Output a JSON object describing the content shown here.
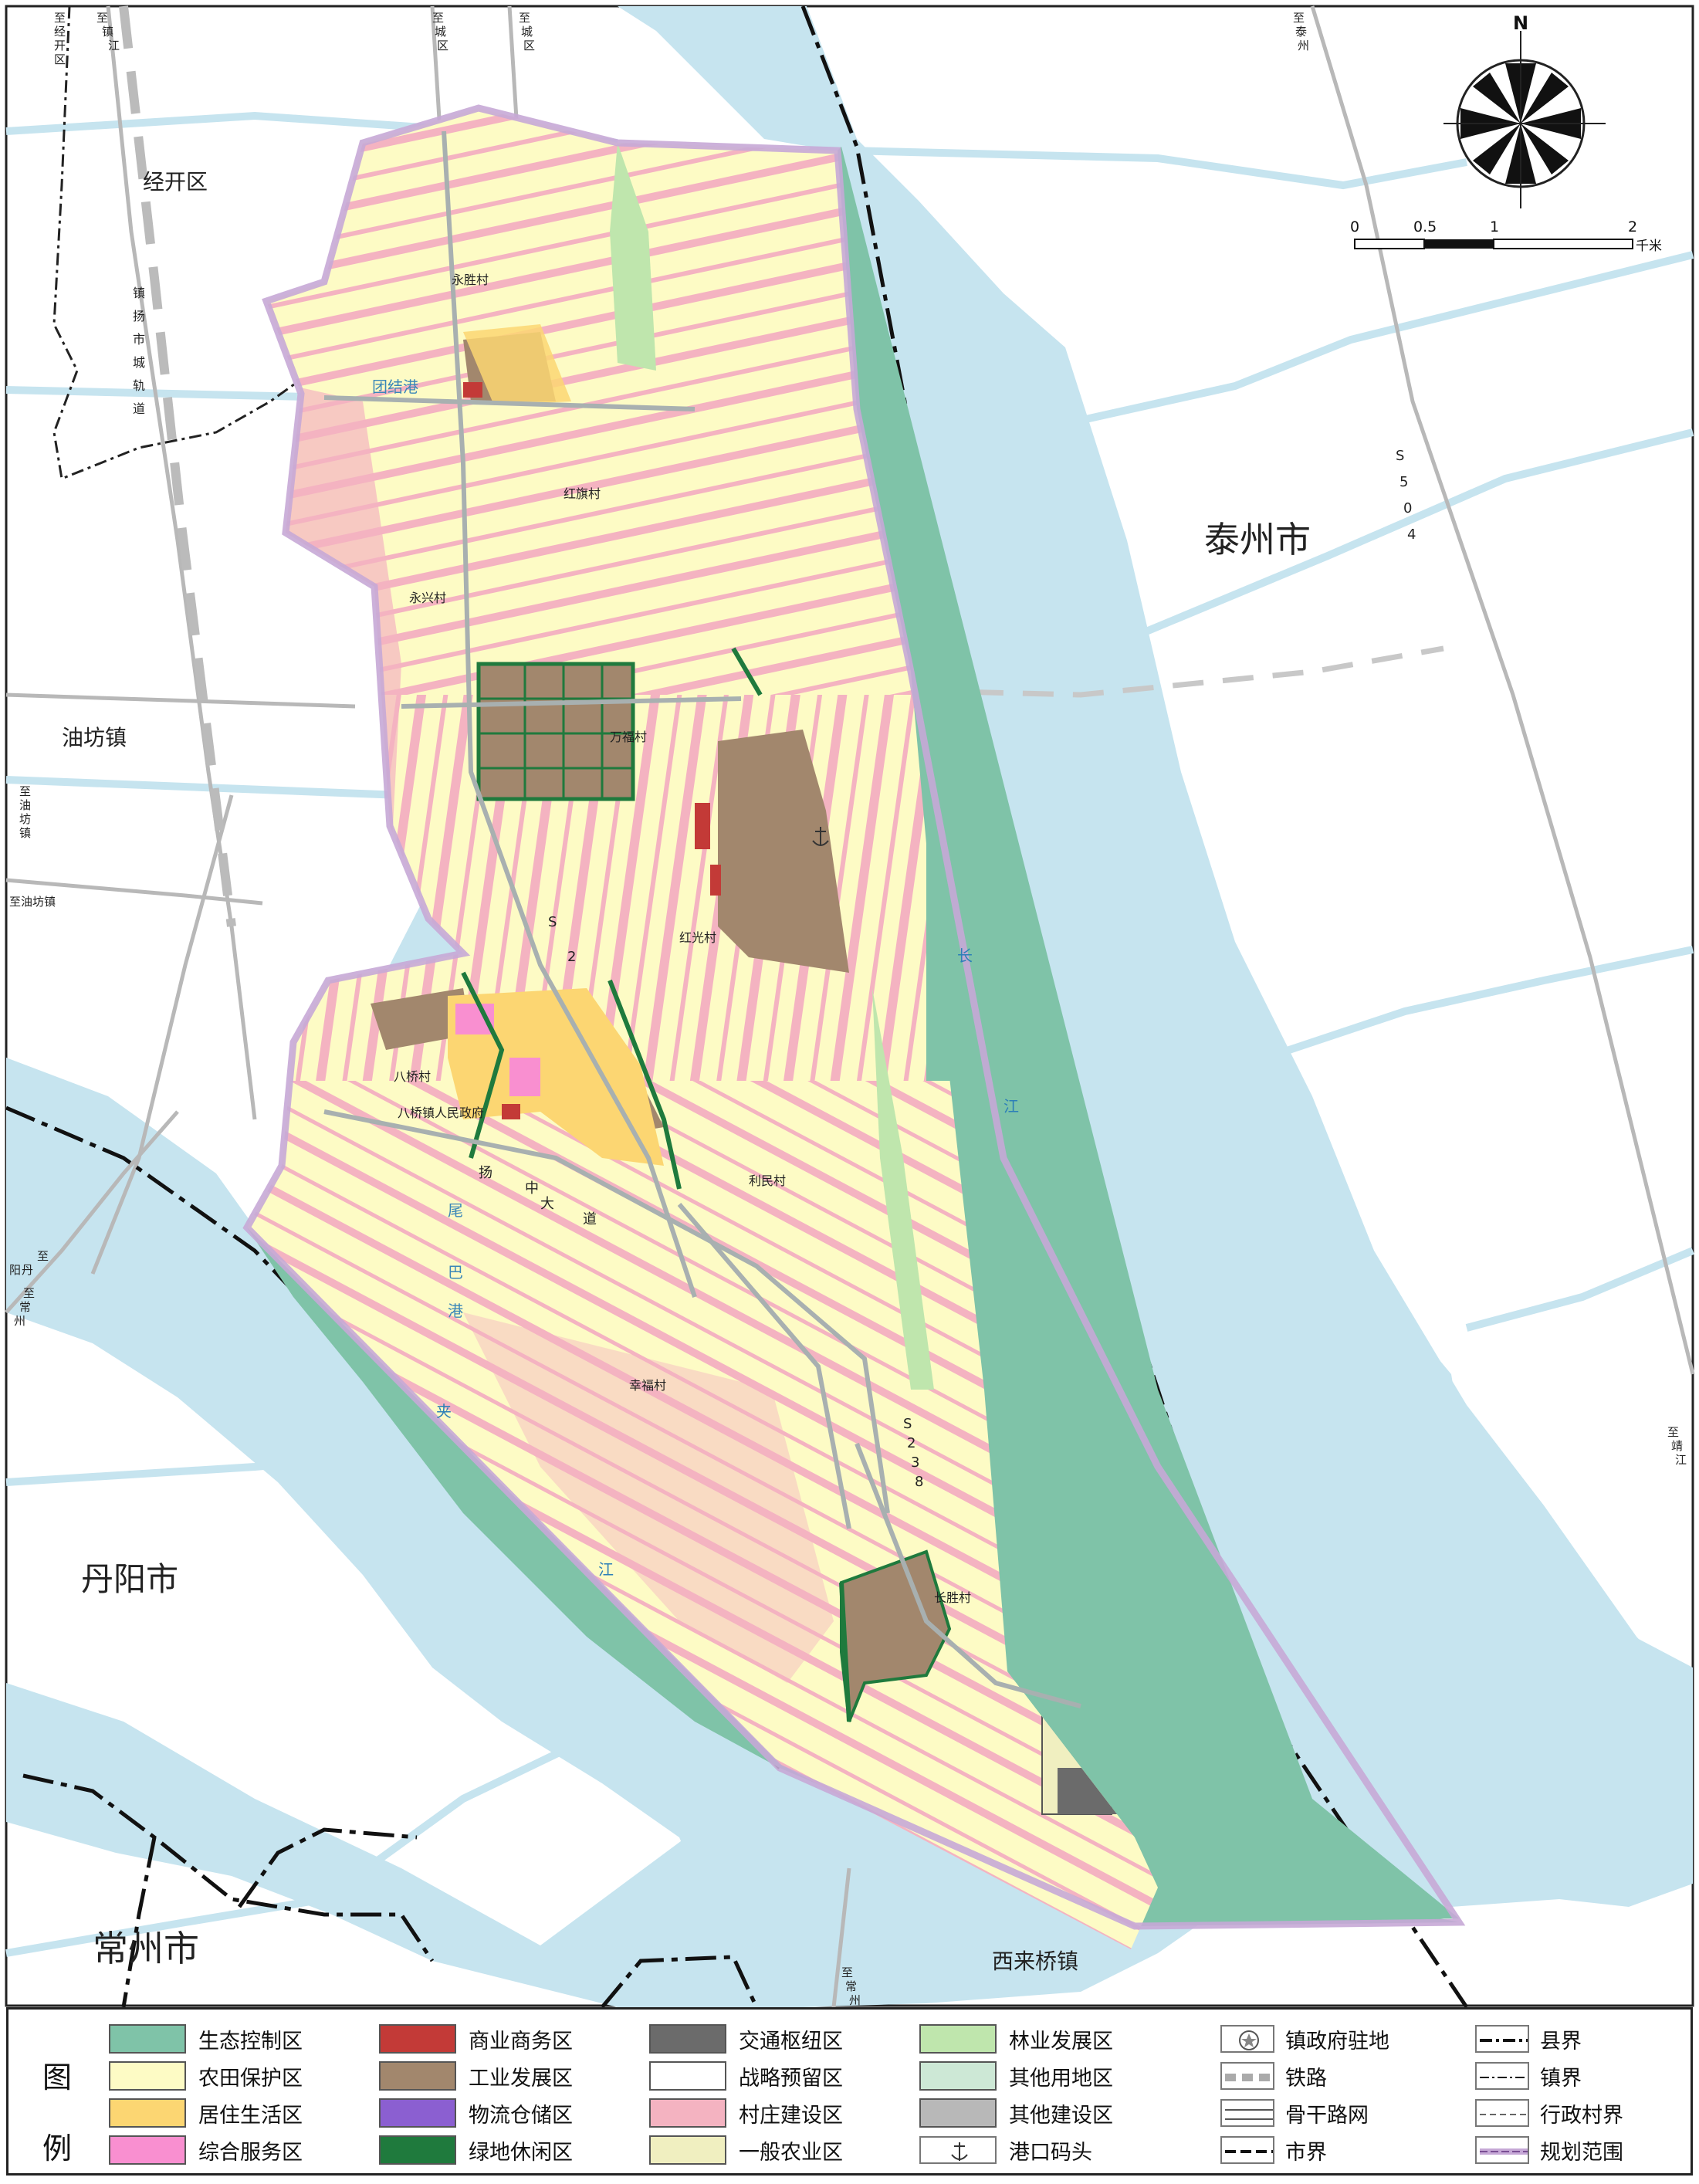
{
  "places": {
    "taizhou": "泰州市",
    "danyang": "丹阳市",
    "changzhou": "常州市",
    "xilaiqiao": "西来桥镇",
    "youfang": "油坊镇",
    "jingkai": "经开区"
  },
  "villages": {
    "yongsheng": "永胜村",
    "hongqi": "红旗村",
    "yongxing": "永兴村",
    "wanfu": "万福村",
    "hongguang": "红光村",
    "baqiao": "八桥村",
    "gov": "八桥镇人民政府",
    "limin": "利民村",
    "xingfu": "幸福村",
    "changsheng": "长胜村"
  },
  "roads": {
    "yangzhong": [
      "扬",
      "中",
      "大",
      "道"
    ],
    "s2": [
      "S",
      "2"
    ],
    "s238": [
      "S",
      "2",
      "3",
      "8"
    ],
    "s504": [
      "S",
      "5",
      "0",
      "4"
    ],
    "tuanjie": "团结港",
    "weiba": [
      "尾",
      "巴",
      "港"
    ],
    "rail": [
      "镇",
      "扬",
      "市",
      "城",
      "轨",
      "道"
    ]
  },
  "rivers": {
    "chang": "长",
    "jiang": "江",
    "jia": "夹",
    "jiang2": "江"
  },
  "directions": {
    "to_jingkai": [
      "至",
      "经",
      "开",
      "区"
    ],
    "to_zhenjiang": [
      "至",
      "镇",
      "江"
    ],
    "to_chengqu1": [
      "至",
      "城",
      "区"
    ],
    "to_chengqu2": [
      "至",
      "城",
      "区"
    ],
    "to_taizhou": [
      "至",
      "泰",
      "州"
    ],
    "to_youfang1": [
      "至",
      "油",
      "坊",
      "镇"
    ],
    "to_youfang2": "至油坊镇",
    "to_danyang": [
      "至",
      "丹",
      "阳"
    ],
    "to_changzhou_w": [
      "至",
      "常",
      "州"
    ],
    "to_jingjiang": [
      "至",
      "靖",
      "江"
    ],
    "to_changzhou_s": [
      "至",
      "常",
      "州"
    ]
  },
  "north_label": "N",
  "scale": {
    "ticks": [
      "0",
      "0.5",
      "1",
      "2"
    ],
    "unit": "千米"
  },
  "legend": {
    "title": [
      "图",
      "例"
    ],
    "zones": [
      {
        "label": "生态控制区",
        "color": "#7fc3a8"
      },
      {
        "label": "农田保护区",
        "color": "#fdfbc5"
      },
      {
        "label": "居住生活区",
        "color": "#fcd672"
      },
      {
        "label": "综合服务区",
        "color": "#f98fd0"
      },
      {
        "label": "商业商务区",
        "color": "#c33a37"
      },
      {
        "label": "工业发展区",
        "color": "#a2876d"
      },
      {
        "label": "物流仓储区",
        "color": "#8b5fd1"
      },
      {
        "label": "绿地休闲区",
        "color": "#1f7a3d"
      },
      {
        "label": "交通枢纽区",
        "color": "#6b6b6b"
      },
      {
        "label": "战略预留区",
        "color": "#ffffff"
      },
      {
        "label": "村庄建设区",
        "color": "#f4b3c1"
      },
      {
        "label": "一般农业区",
        "color": "#f0efc0"
      },
      {
        "label": "林业发展区",
        "color": "#bfe6ad"
      },
      {
        "label": "其他用地区",
        "color": "#cde8d6"
      },
      {
        "label": "其他建设区",
        "color": "#b8b8b8"
      }
    ],
    "symbols": [
      {
        "label": "港口码头",
        "icon": "anchor-icon"
      },
      {
        "label": "镇政府驻地",
        "icon": "star-circle-icon"
      },
      {
        "label": "铁路",
        "icon": "railway-icon"
      },
      {
        "label": "骨干路网",
        "icon": "road-icon"
      },
      {
        "label": "市界",
        "icon": "city-boundary-icon"
      },
      {
        "label": "县界",
        "icon": "county-boundary-icon"
      },
      {
        "label": "镇界",
        "icon": "town-boundary-icon"
      },
      {
        "label": "行政村界",
        "icon": "village-boundary-icon"
      },
      {
        "label": "规划范围",
        "icon": "planning-boundary-icon"
      }
    ]
  },
  "colors": {
    "water": "#c6e4ef",
    "eco": "#7fc3a8",
    "farmland": "#fdfbc5",
    "village": "#f4b3c1",
    "industry": "#a2876d",
    "residential": "#fcd672",
    "planning": "#c6a8d6"
  }
}
